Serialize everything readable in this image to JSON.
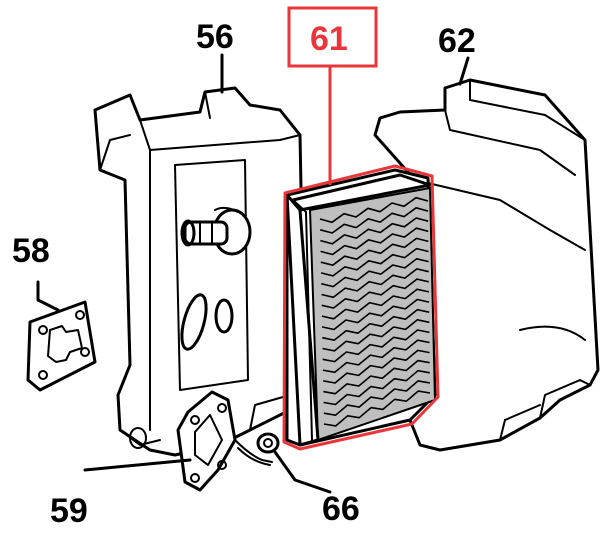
{
  "diagram": {
    "callouts": [
      {
        "id": "56",
        "text": "56"
      },
      {
        "id": "58",
        "text": "58"
      },
      {
        "id": "59",
        "text": "59"
      },
      {
        "id": "61",
        "text": "61"
      },
      {
        "id": "62",
        "text": "62"
      },
      {
        "id": "66",
        "text": "66"
      }
    ],
    "colors": {
      "ink": "#000000",
      "highlight": "#e8363b",
      "filter_media": "#bfbfbf"
    }
  }
}
